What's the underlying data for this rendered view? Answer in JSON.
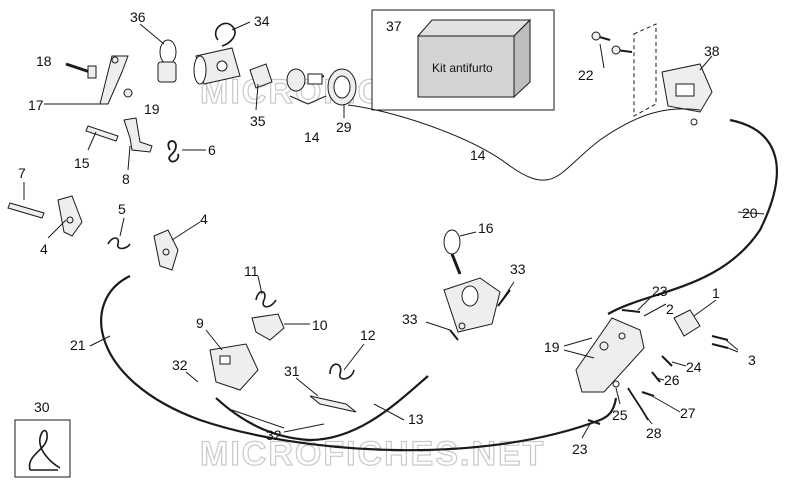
{
  "kit": {
    "number": "37",
    "label": "Kit antifurto"
  },
  "watermarks": [
    "MICROFICHES.NET",
    "MICROFICHES.NET"
  ],
  "callouts": [
    "36",
    "34",
    "18",
    "17",
    "19",
    "35",
    "14",
    "29",
    "15",
    "8",
    "6",
    "7",
    "4",
    "5",
    "4",
    "38",
    "22",
    "14",
    "20",
    "16",
    "11",
    "33",
    "10",
    "33",
    "9",
    "21",
    "12",
    "32",
    "31",
    "13",
    "32",
    "30",
    "19",
    "2",
    "23",
    "1",
    "3",
    "24",
    "26",
    "25",
    "27",
    "28",
    "23"
  ],
  "colors": {
    "line": "#1a1a1a",
    "box_fill": "#d4d4d4",
    "watermark": "#c9c9c9"
  }
}
